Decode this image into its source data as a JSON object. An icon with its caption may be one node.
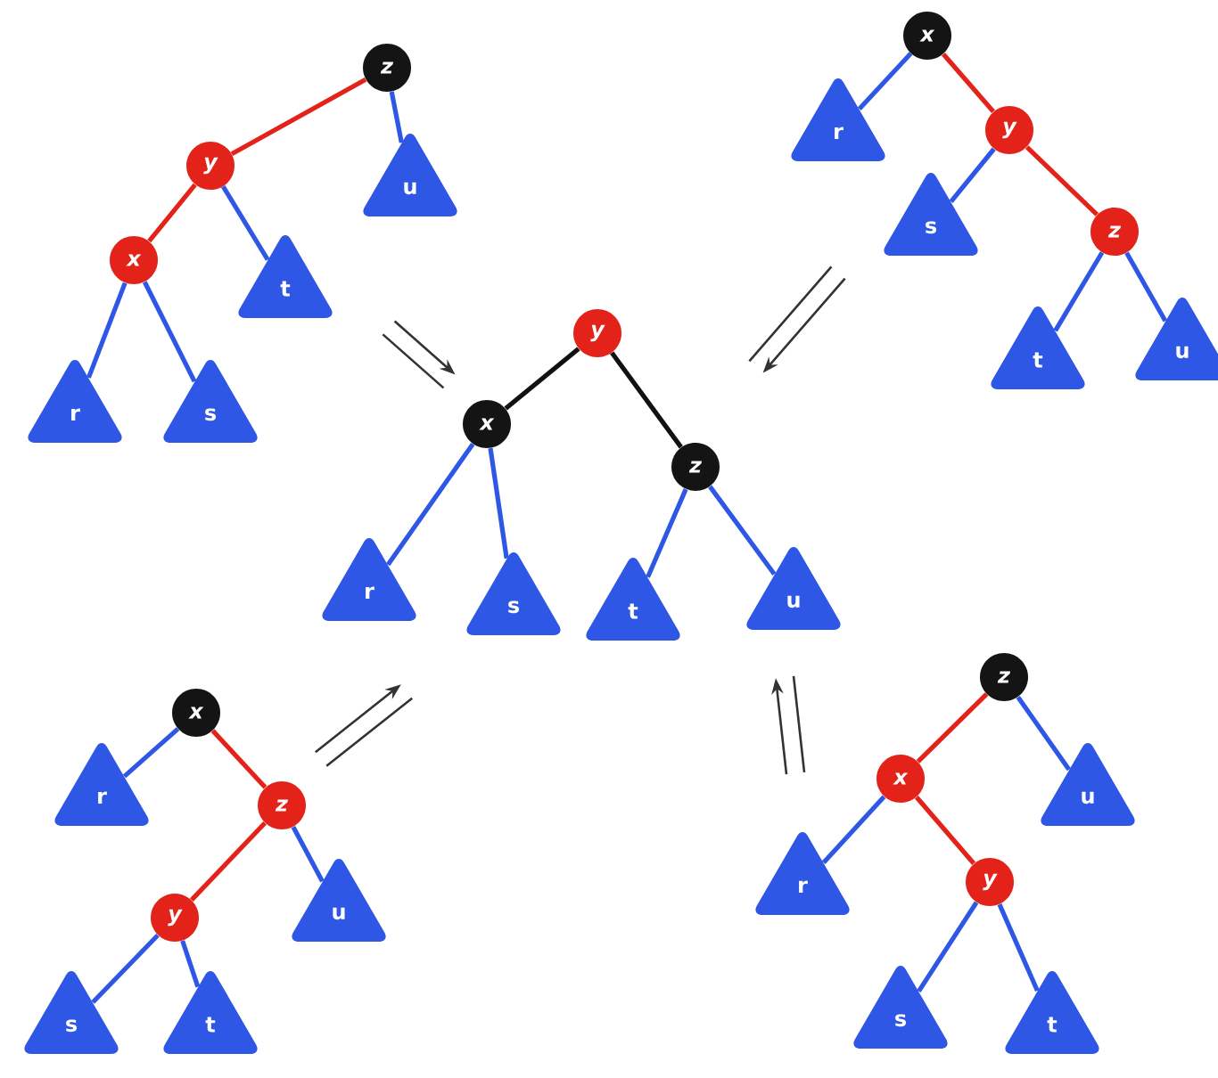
{
  "diagram": {
    "nodes": [
      {
        "text": [
          "z"
        ]
      },
      {
        "text": [
          "y"
        ]
      },
      {
        "text": [
          "u"
        ]
      },
      {
        "text": [
          "x"
        ]
      },
      {
        "text": [
          "t"
        ]
      },
      {
        "text": [
          "r"
        ]
      },
      {
        "text": [
          "s"
        ]
      },
      {
        "text": [
          "x"
        ]
      },
      {
        "text": [
          "r"
        ]
      },
      {
        "text": [
          "y"
        ]
      },
      {
        "text": [
          "s"
        ]
      },
      {
        "text": [
          "z"
        ]
      },
      {
        "text": [
          "t"
        ]
      },
      {
        "text": [
          "u"
        ]
      },
      {
        "text": [
          "y"
        ]
      },
      {
        "text": [
          "x"
        ]
      },
      {
        "text": [
          "z"
        ]
      },
      {
        "text": [
          "r"
        ]
      },
      {
        "text": [
          "s"
        ]
      },
      {
        "text": [
          "t"
        ]
      },
      {
        "text": [
          "u"
        ]
      },
      {
        "text": [
          "x"
        ]
      },
      {
        "text": [
          "r"
        ]
      },
      {
        "text": [
          "z"
        ]
      },
      {
        "text": [
          "y"
        ]
      },
      {
        "text": [
          "u"
        ]
      },
      {
        "text": [
          "s"
        ]
      },
      {
        "text": [
          "t"
        ]
      },
      {
        "text": [
          "z"
        ]
      },
      {
        "text": [
          "x"
        ]
      },
      {
        "text": [
          "u"
        ]
      },
      {
        "text": [
          "r"
        ]
      },
      {
        "text": [
          "y"
        ]
      },
      {
        "text": [
          "s"
        ]
      },
      {
        "text": [
          "t"
        ]
      }
    ],
    "edges": [
      {
        "from": 0,
        "to": 1,
        "arrow": "none",
        "color": "#e32219"
      },
      {
        "from": 0,
        "to": 2,
        "arrow": "none"
      },
      {
        "from": 1,
        "to": 3,
        "arrow": "none",
        "color": "#e32219"
      },
      {
        "from": 1,
        "to": 4,
        "arrow": "none"
      },
      {
        "from": 3,
        "to": 5,
        "arrow": "none"
      },
      {
        "from": 3,
        "to": 6,
        "arrow": "none"
      },
      {
        "from": 7,
        "to": 8,
        "arrow": "none"
      },
      {
        "from": 7,
        "to": 9,
        "arrow": "none",
        "color": "#e32219"
      },
      {
        "from": 9,
        "to": 10,
        "arrow": "none"
      },
      {
        "from": 9,
        "to": 11,
        "arrow": "none",
        "color": "#e32219"
      },
      {
        "from": 11,
        "to": 12,
        "arrow": "none"
      },
      {
        "from": 11,
        "to": 13,
        "arrow": "none"
      },
      {
        "from": 14,
        "to": 15,
        "arrow": "none",
        "color": "#111111"
      },
      {
        "from": 14,
        "to": 16,
        "arrow": "none",
        "color": "#111111"
      },
      {
        "from": 15,
        "to": 17,
        "arrow": "none"
      },
      {
        "from": 15,
        "to": 18,
        "arrow": "none"
      },
      {
        "from": 16,
        "to": 19,
        "arrow": "none"
      },
      {
        "from": 16,
        "to": 20,
        "arrow": "none"
      },
      {
        "from": 21,
        "to": 22,
        "arrow": "none"
      },
      {
        "from": 21,
        "to": 23,
        "arrow": "none",
        "color": "#e32219"
      },
      {
        "from": 23,
        "to": 24,
        "arrow": "none",
        "color": "#e32219"
      },
      {
        "from": 23,
        "to": 25,
        "arrow": "none"
      },
      {
        "from": 24,
        "to": 26,
        "arrow": "none"
      },
      {
        "from": 24,
        "to": 27,
        "arrow": "none"
      },
      {
        "from": 28,
        "to": 29,
        "arrow": "none",
        "color": "#e32219"
      },
      {
        "from": 28,
        "to": 30,
        "arrow": "none"
      },
      {
        "from": 29,
        "to": 31,
        "arrow": "none"
      },
      {
        "from": 29,
        "to": 32,
        "arrow": "none",
        "color": "#e32219"
      },
      {
        "from": 32,
        "to": 33,
        "arrow": "none"
      },
      {
        "from": 32,
        "to": 34,
        "arrow": "none"
      }
    ]
  }
}
